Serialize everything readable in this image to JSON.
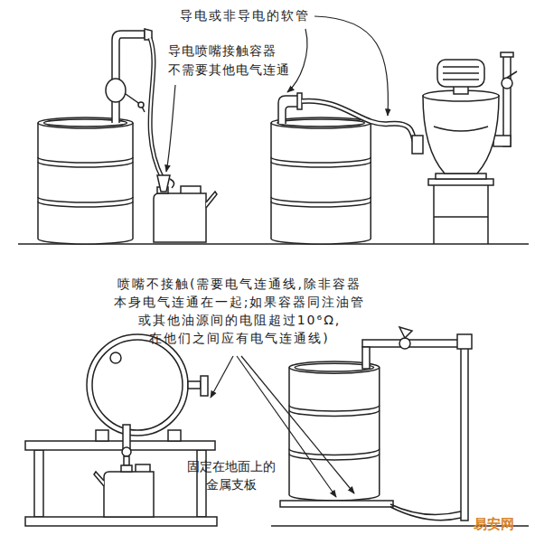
{
  "diagram": {
    "labels": [
      "导电或非导电的软管",
      "导电喷嘴接触容器 不需要其他电气连通",
      "喷嘴不接触(需要电气连通线,除非容器 本身电气连通在一起;如果容器同注油管 或其他油源间的电阻超过10⁶Ω, 在他们之间应有电气连通线)",
      "固定在地面上的 金属支板",
      "易安网"
    ]
  }
}
